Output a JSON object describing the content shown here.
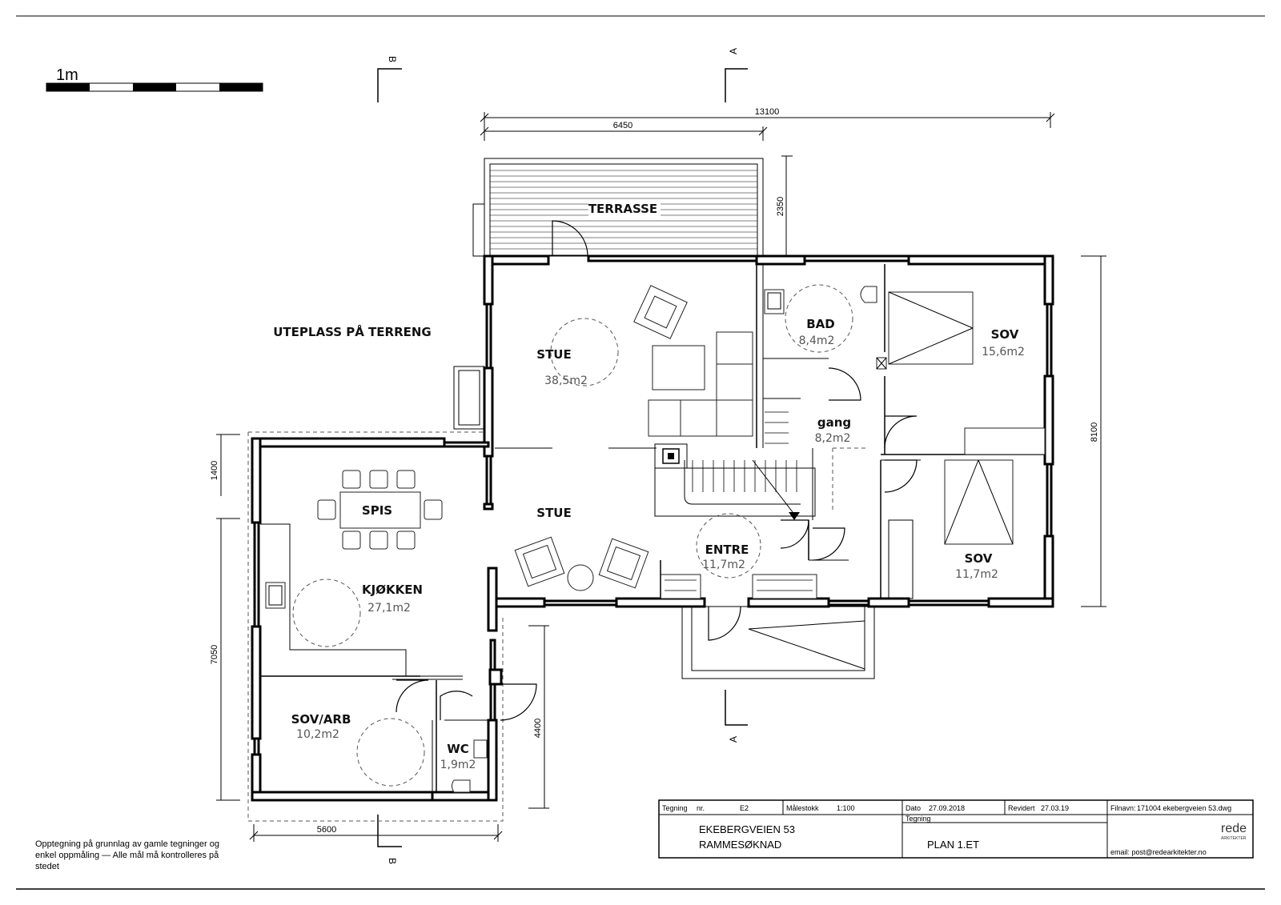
{
  "scale_bar": {
    "label": "1m"
  },
  "dimensions": {
    "top_total": "13100",
    "top_partial": "6450",
    "terrace_depth": "2350",
    "right_total": "8100",
    "left_upper": "1400",
    "left_lower": "7050",
    "inner_vertical": "4400",
    "bottom": "5600"
  },
  "section_marks": {
    "a": "A",
    "b": "B"
  },
  "outdoor": {
    "terrace": "TERRASSE",
    "patio": "UTEPLASS PÅ TERRENG"
  },
  "rooms": [
    {
      "name": "STUE",
      "area": "38,5m2"
    },
    {
      "name": "BAD",
      "area": "8,4m2"
    },
    {
      "name": "SOV",
      "area": "15,6m2"
    },
    {
      "name": "gang",
      "area": "8,2m2"
    },
    {
      "name": "SPIS",
      "area": ""
    },
    {
      "name": "STUE",
      "area": ""
    },
    {
      "name": "ENTRE",
      "area": "11,7m2"
    },
    {
      "name": "SOV",
      "area": "11,7m2"
    },
    {
      "name": "KJØKKEN",
      "area": "27,1m2"
    },
    {
      "name": "SOV/ARB",
      "area": "10,2m2"
    },
    {
      "name": "WC",
      "area": "1,9m2"
    }
  ],
  "note": {
    "lines": [
      "Opptegning på grunnlag av gamle tegninger og",
      "enkel oppmåling — Alle mål må kontrolleres på",
      "stedet"
    ]
  },
  "title_block": {
    "drawing_label": "Tegning",
    "nr_label": "nr.",
    "nr_value": "E2",
    "scale_label": "Målestokk",
    "scale_value": "1:100",
    "date_label": "Dato",
    "date_value": "27.09.2018",
    "revised_label": "Revidert",
    "revised_value": "27.03.19",
    "file_label": "Filnavn:",
    "file_value": "171004 ekebergveien 53.dwg",
    "project_line1": "EKEBERGVEIEN 53",
    "project_line2": "RAMMESØKNAD",
    "drawing_heading": "Tegning",
    "drawing_title": "PLAN 1.ET",
    "logo_text": "rede",
    "logo_sub1": "ARKITEKTER",
    "logo_sub2": "",
    "email": "email: post@redearkitekter.no"
  }
}
